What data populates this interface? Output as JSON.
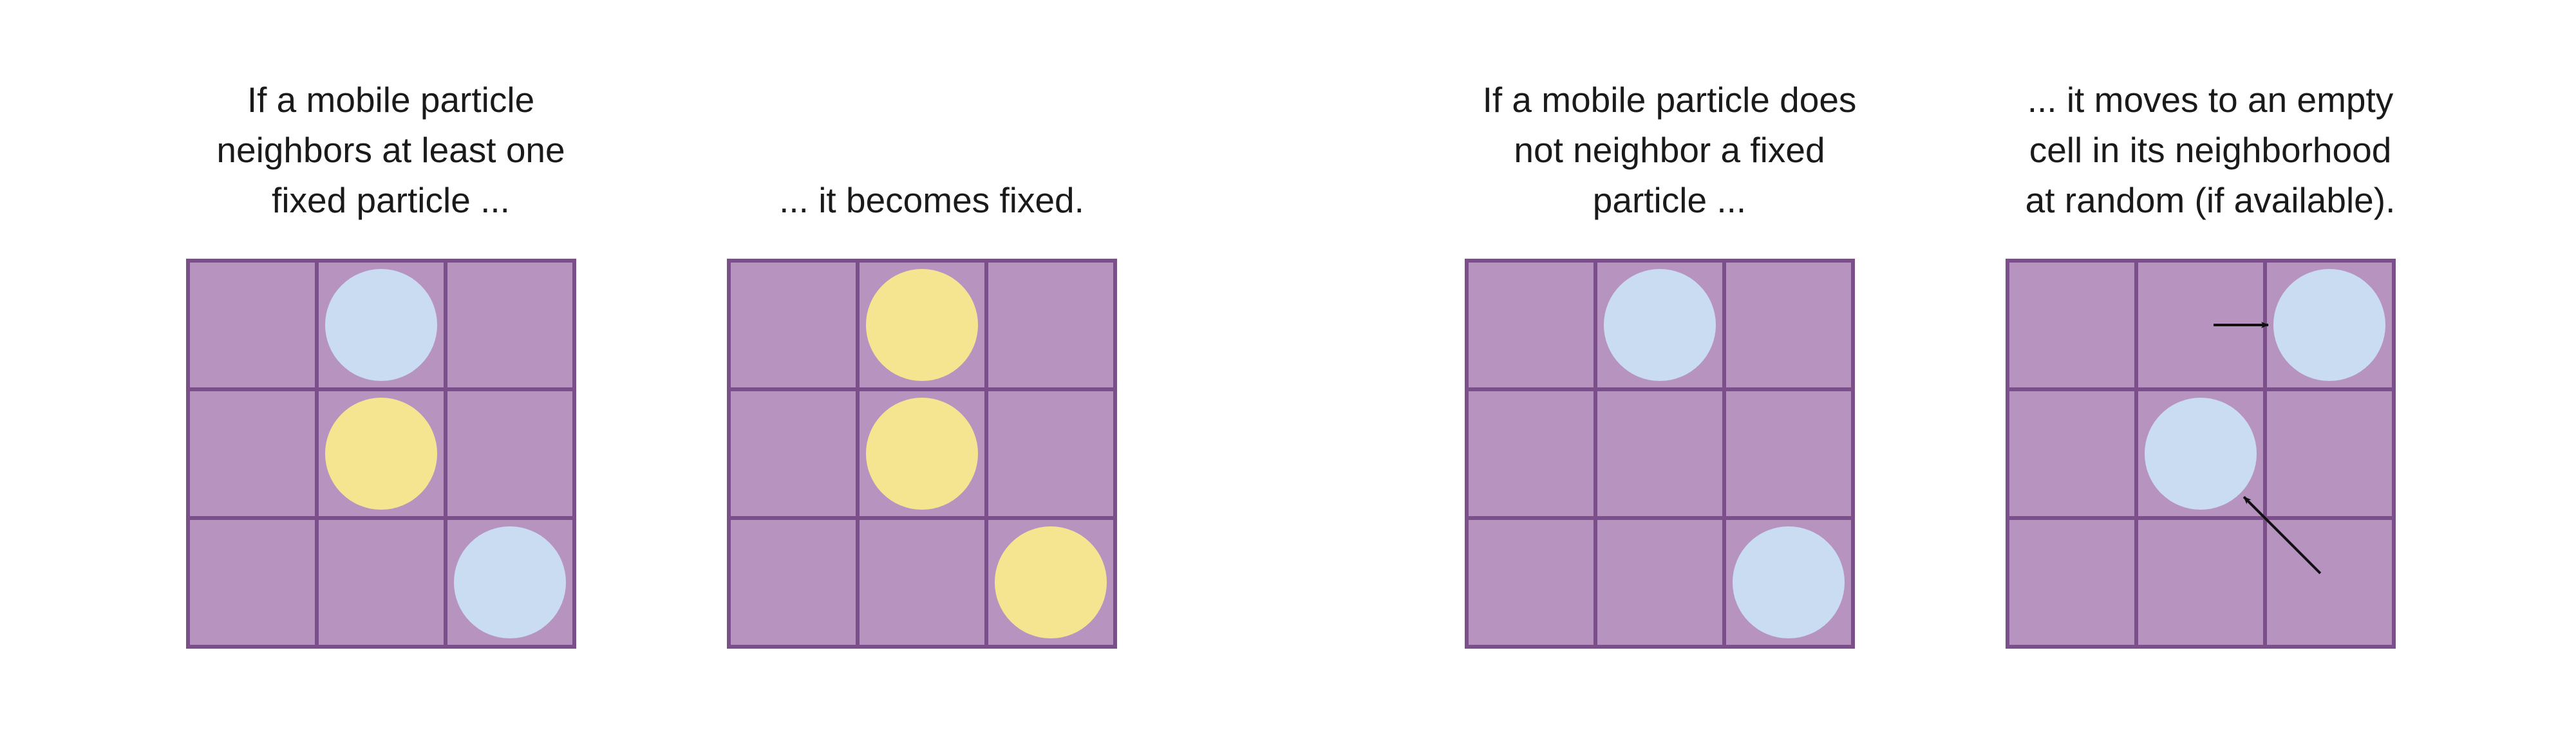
{
  "colors": {
    "cell": "#b794bf",
    "grid_line": "#7b4f8a",
    "mobile_particle": "#c9dcf2",
    "fixed_particle": "#f6e590",
    "arrow": "#111111"
  },
  "panels": [
    {
      "id": "mobile-neighbors-fixed",
      "caption_lines": [
        "If a mobile particle",
        "neighbors at least one",
        "fixed particle ..."
      ],
      "particles": [
        {
          "row": 0,
          "col": 1,
          "state": "mobile"
        },
        {
          "row": 1,
          "col": 1,
          "state": "fixed"
        },
        {
          "row": 2,
          "col": 2,
          "state": "mobile"
        }
      ],
      "arrows": []
    },
    {
      "id": "becomes-fixed",
      "caption_lines": [
        "... it becomes fixed."
      ],
      "particles": [
        {
          "row": 0,
          "col": 1,
          "state": "fixed"
        },
        {
          "row": 1,
          "col": 1,
          "state": "fixed"
        },
        {
          "row": 2,
          "col": 2,
          "state": "fixed"
        }
      ],
      "arrows": []
    },
    {
      "id": "mobile-no-fixed-neighbor",
      "caption_lines": [
        "If a mobile particle does",
        "not neighbor a fixed",
        "particle ..."
      ],
      "particles": [
        {
          "row": 0,
          "col": 1,
          "state": "mobile"
        },
        {
          "row": 2,
          "col": 2,
          "state": "mobile"
        }
      ],
      "arrows": []
    },
    {
      "id": "moves-to-empty-cell",
      "caption_lines": [
        "... it moves to an empty",
        "cell in its neighborhood",
        "at random (if available)."
      ],
      "particles": [
        {
          "row": 0,
          "col": 2,
          "state": "mobile"
        },
        {
          "row": 1,
          "col": 1,
          "state": "mobile"
        }
      ],
      "arrows": [
        {
          "from": [
            0,
            1
          ],
          "to": [
            0,
            2
          ]
        },
        {
          "from": [
            2,
            2
          ],
          "to": [
            1,
            1
          ]
        }
      ]
    }
  ]
}
